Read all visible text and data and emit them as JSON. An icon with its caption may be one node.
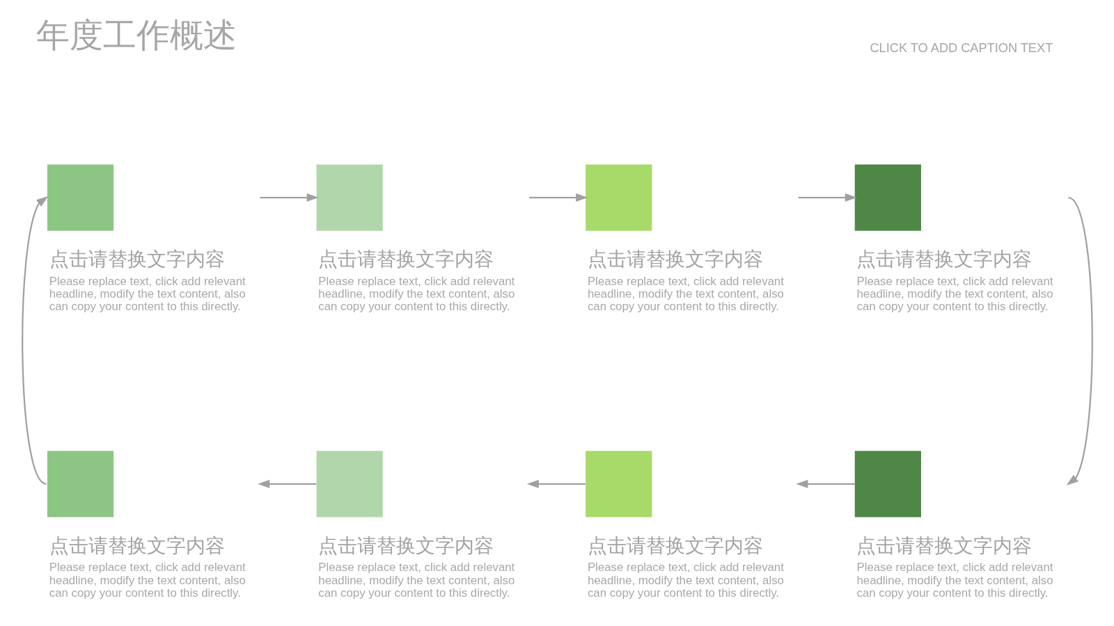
{
  "diagram": {
    "title": "年度工作概述",
    "caption": "CLICK TO ADD CAPTION TEXT",
    "nodes": [
      {
        "text": [
          "点击请替换文字内容",
          "Please replace text, click add relevant headline, modify the text content, also can copy your content to this directly."
        ]
      },
      {
        "text": [
          "点击请替换文字内容",
          "Please replace text, click add relevant headline, modify the text content, also can copy your content to this directly."
        ]
      },
      {
        "text": [
          "点击请替换文字内容",
          "Please replace text, click add relevant headline, modify the text content, also can copy your content to this directly."
        ]
      },
      {
        "text": [
          "点击请替换文字内容",
          "Please replace text, click add relevant headline, modify the text content, also can copy your content to this directly."
        ]
      },
      {
        "text": [
          "点击请替换文字内容",
          "Please replace text, click add relevant headline, modify the text content, also can copy your content to this directly."
        ]
      },
      {
        "text": [
          "点击请替换文字内容",
          "Please replace text, click add relevant headline, modify the text content, also can copy your content to this directly."
        ]
      },
      {
        "text": [
          "点击请替换文字内容",
          "Please replace text, click add relevant headline, modify the text content, also can copy your content to this directly."
        ]
      },
      {
        "text": [
          "点击请替换文字内容",
          "Please replace text, click add relevant headline, modify the text content, also can copy your content to this directly."
        ]
      }
    ],
    "edges": [
      {
        "from": 0,
        "to": 1,
        "arrow": "to"
      },
      {
        "from": 1,
        "to": 2,
        "arrow": "to"
      },
      {
        "from": 2,
        "to": 3,
        "arrow": "to"
      },
      {
        "from": 3,
        "to": 7,
        "arrow": "to"
      },
      {
        "from": 7,
        "to": 6,
        "arrow": "to"
      },
      {
        "from": 6,
        "to": 5,
        "arrow": "to"
      },
      {
        "from": 5,
        "to": 4,
        "arrow": "to"
      },
      {
        "from": 4,
        "to": 0,
        "arrow": "to"
      }
    ]
  }
}
